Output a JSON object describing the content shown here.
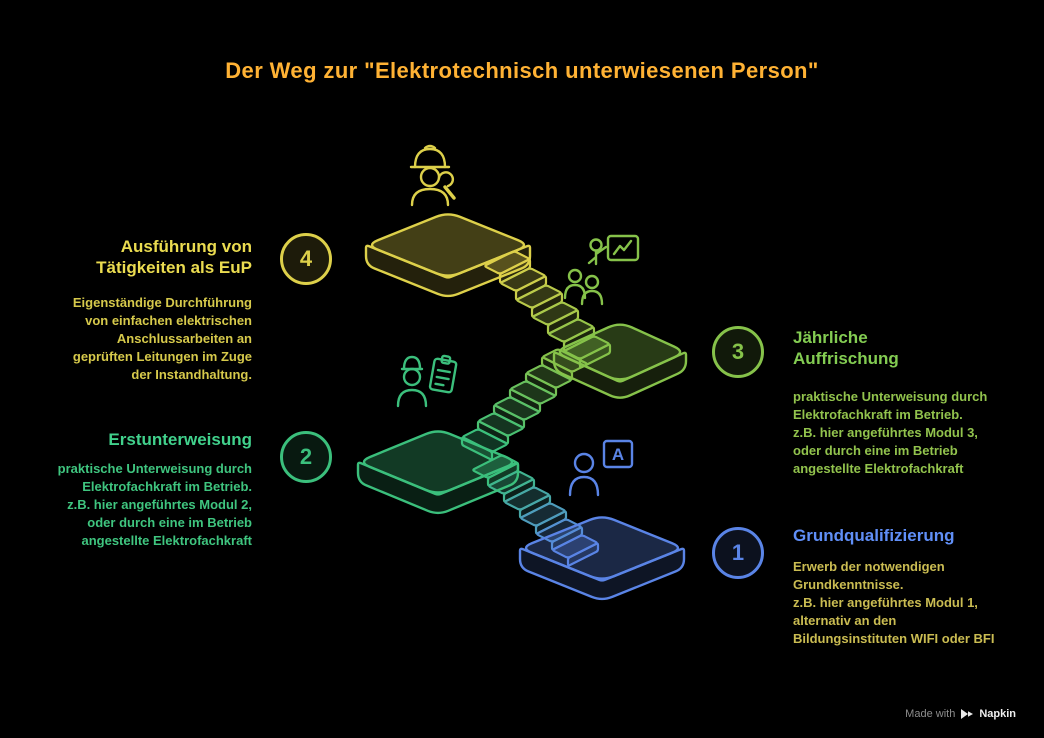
{
  "title": {
    "text": "Der Weg zur \"Elektrotechnisch unterwiesenen Person\"",
    "color": "#ffb234"
  },
  "steps": [
    {
      "number": "1",
      "heading": "Grundqualifizierung",
      "description": "Erwerb der notwendigen\nGrundkenntnisse.\nz.B. hier angeführtes Modul 1,\nalternativ an den\nBildungsinstituten WIFI oder BFI",
      "accent": "#5a84e6",
      "heading_color": "#608ff7",
      "text_color": "#cabc52",
      "icon": "person-letter-a-icon"
    },
    {
      "number": "2",
      "heading": "Erstunterweisung",
      "description": "praktische Unterweisung durch\nElektrofachkraft im Betrieb.\nz.B. hier angeführtes Modul 2,\noder durch eine im Betrieb\nangestellte Elektrofachkraft",
      "accent": "#3bbf7c",
      "heading_color": "#41d18c",
      "text_color": "#3fc57f",
      "icon": "person-clipboard-icon"
    },
    {
      "number": "3",
      "heading": "Jährliche\nAuffrischung",
      "description": "praktische Unterweisung durch\nElektrofachkraft im Betrieb.\nz.B. hier angeführtes Modul 3,\noder durch eine im Betrieb\nangestellte Elektrofachkraft",
      "accent": "#86c24a",
      "heading_color": "#83cc52",
      "text_color": "#92c34d",
      "icon": "presentation-audience-icon"
    },
    {
      "number": "4",
      "heading": "Ausführung von\nTätigkeiten als EuP",
      "description": "Eigenständige Durchführung\nvon einfachen elektrischen\nAnschlussarbeiten an\ngeprüften Leitungen im Zuge\nder Instandhaltung.",
      "accent": "#ddd04a",
      "heading_color": "#ebdc50",
      "text_color": "#d6c94b",
      "icon": "worker-wrench-icon"
    }
  ],
  "footer": {
    "made_with": "Made with",
    "brand": "Napkin"
  }
}
